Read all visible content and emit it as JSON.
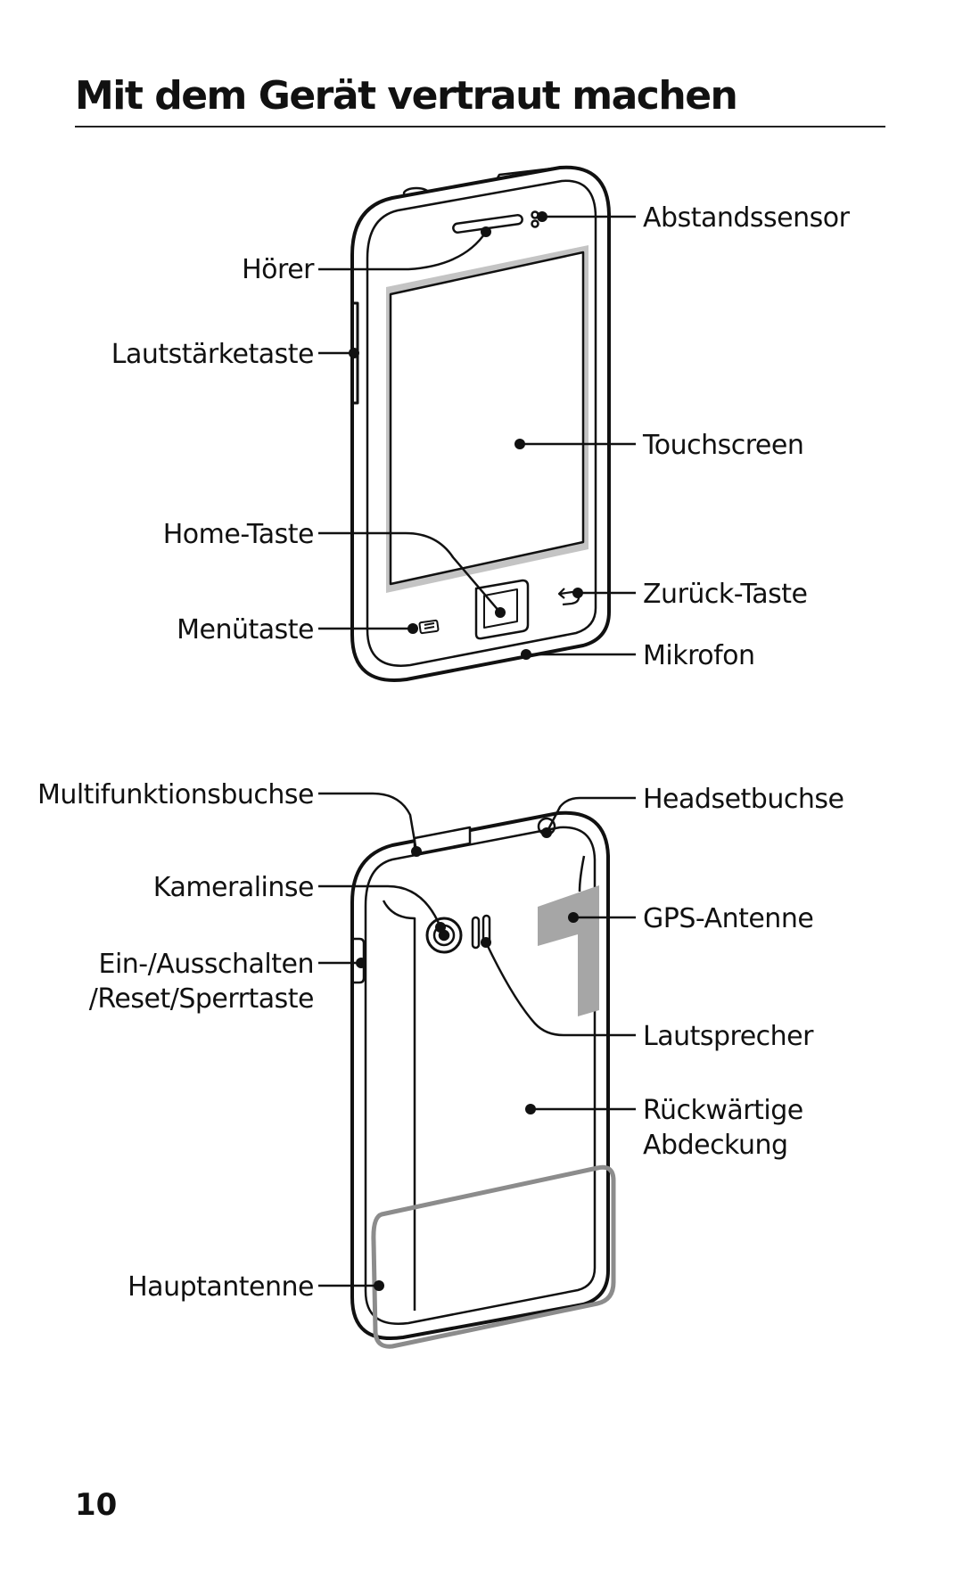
{
  "page": {
    "title": "Mit dem Gerät vertraut machen",
    "page_number": "10"
  },
  "front_view": {
    "callouts": {
      "proximity_sensor": "Abstandssensor",
      "earpiece": "Hörer",
      "volume_key": "Lautstärketaste",
      "touchscreen": "Touchscreen",
      "home_key": "Home-Taste",
      "back_key": "Zurück-Taste",
      "menu_key": "Menütaste",
      "microphone": "Mikrofon"
    }
  },
  "back_view": {
    "callouts": {
      "multifunction_jack": "Multifunktionsbuchse",
      "headset_jack": "Headsetbuchse",
      "camera_lens": "Kameralinse",
      "gps_antenna": "GPS-Antenne",
      "power_key_line1": "Ein-/Ausschalten",
      "power_key_line2": "/Reset/Sperrtaste",
      "speaker": "Lautsprecher",
      "back_cover_line1": "Rückwärtige",
      "back_cover_line2": "Abdeckung",
      "main_antenna": "Hauptantenne"
    }
  },
  "colors": {
    "ink": "#111111",
    "antenna_area": "#a6a6a6",
    "screen_shade": "#c4c4c4"
  }
}
